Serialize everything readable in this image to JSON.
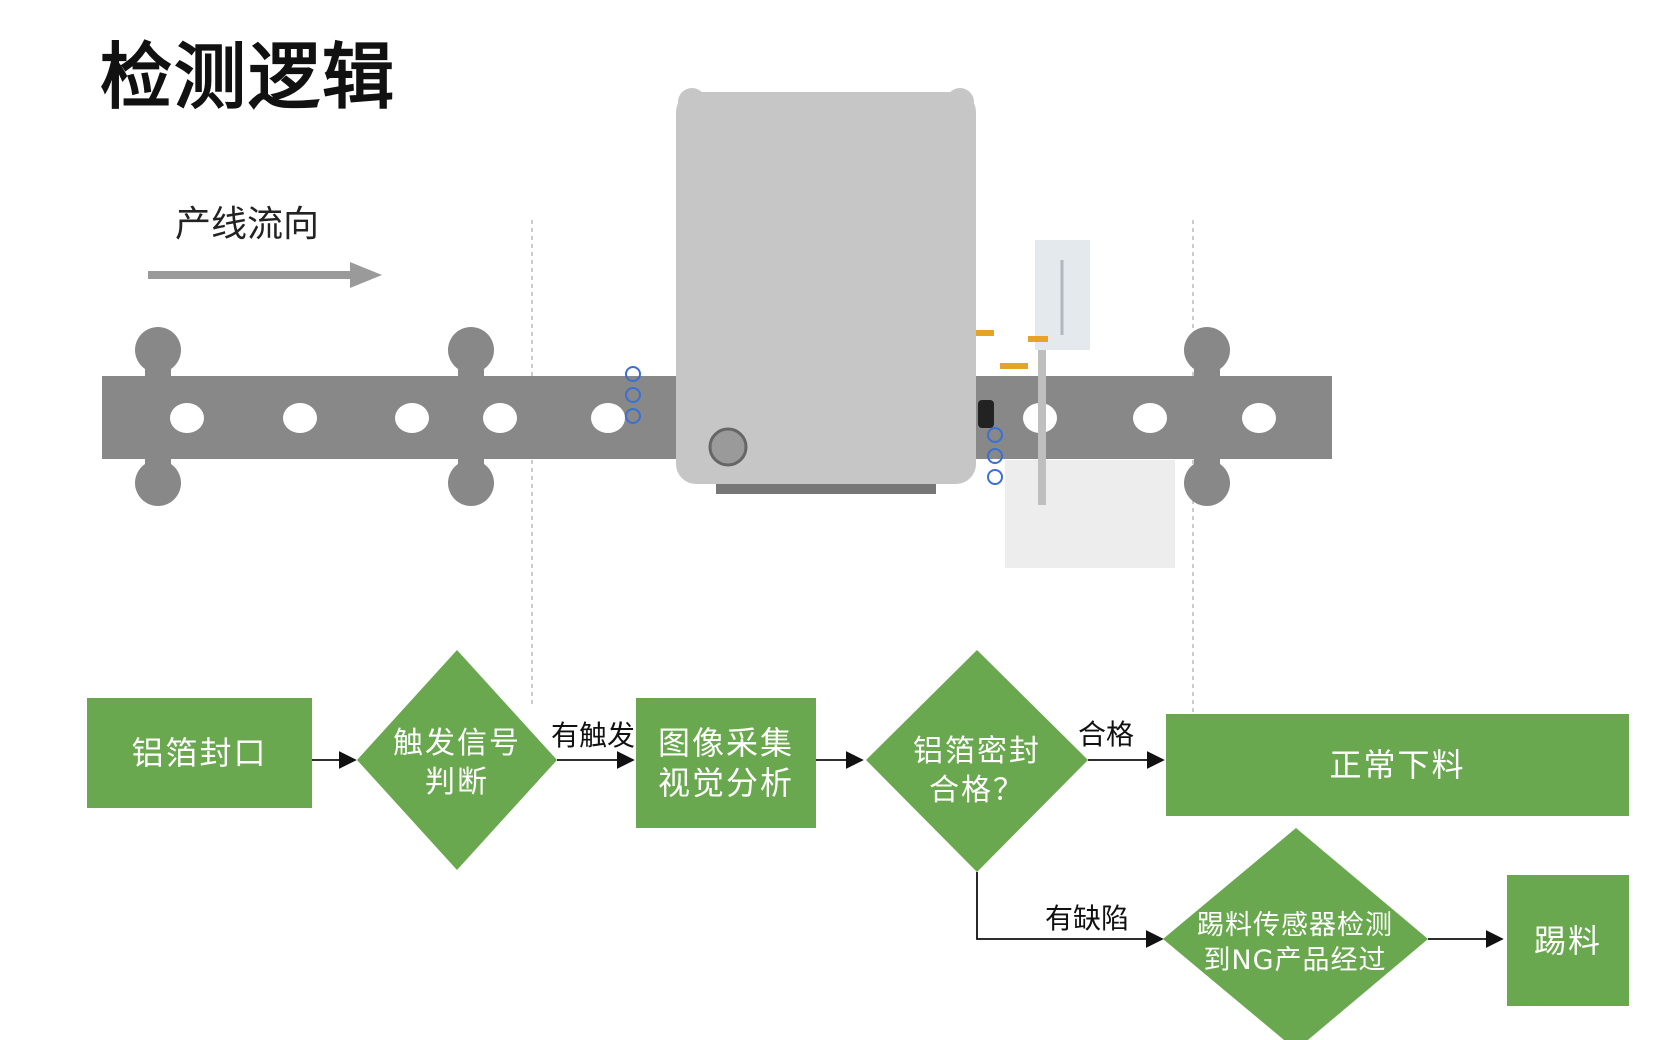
{
  "title": "检测逻辑",
  "production_flow_label": "产线流向",
  "colors": {
    "node": "#6aa84f",
    "conveyor": "#888888",
    "machine": "#c6c6c6"
  },
  "nodes": {
    "foil_seal": "铝箔封口",
    "trigger": "触发信号判断",
    "capture": "图像采集视觉分析",
    "seal_ok": "铝箔密封合格？",
    "normal_out": "正常下料",
    "kick_sensor": "踢料传感器检测到NG产品经过",
    "kick": "踢料"
  },
  "node_lines": {
    "trigger": [
      "触发信号",
      "判断"
    ],
    "capture": [
      "图像采集",
      "视觉分析"
    ],
    "seal_ok": [
      "铝箔密封",
      "合格？"
    ],
    "kick_sensor": [
      "踢料传感器检测",
      "到NG产品经过"
    ]
  },
  "edges": {
    "triggered": "有触发",
    "qualified": "合格",
    "defective": "有缺陷"
  }
}
